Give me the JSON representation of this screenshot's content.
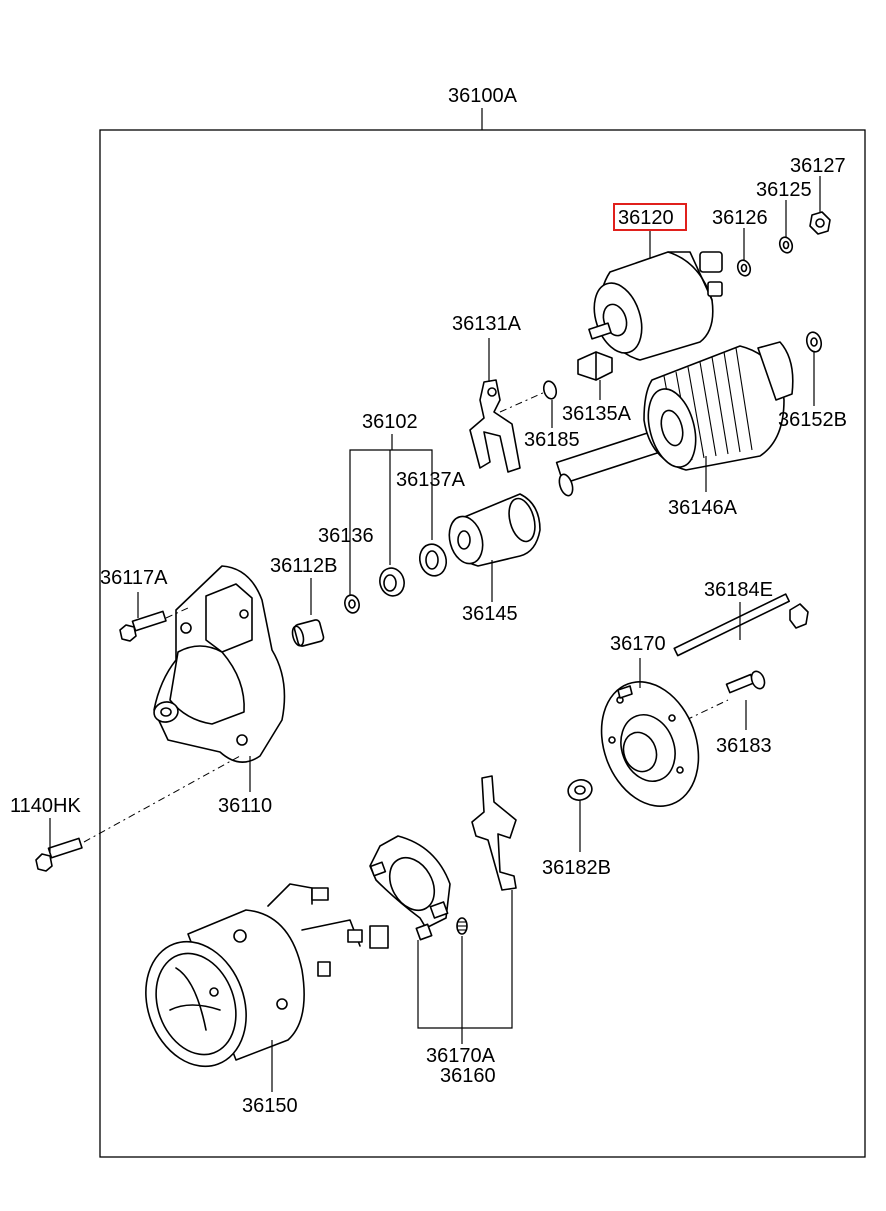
{
  "diagram": {
    "assembly_label": "36100A",
    "highlighted_part": "36120",
    "highlight_color": "#e0201c",
    "parts": {
      "p36120": "36120",
      "p36126": "36126",
      "p36125": "36125",
      "p36127": "36127",
      "p36131A": "36131A",
      "p36135A": "36135A",
      "p36185": "36185",
      "p36152B": "36152B",
      "p36146A": "36146A",
      "p36102": "36102",
      "p36137A": "36137A",
      "p36136": "36136",
      "p36112B": "36112B",
      "p36145": "36145",
      "p36117A": "36117A",
      "p36184E": "36184E",
      "p36170": "36170",
      "p36183": "36183",
      "p36110": "36110",
      "p1140HK": "1140HK",
      "p36182B": "36182B",
      "p36170A": "36170A",
      "p36160": "36160",
      "p36150": "36150"
    }
  }
}
